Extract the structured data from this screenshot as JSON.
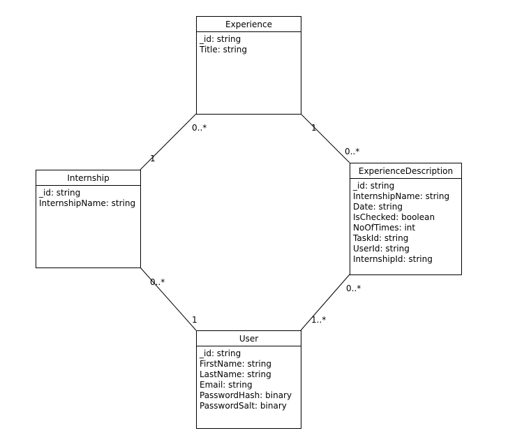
{
  "classes": {
    "experience": {
      "name": "Experience",
      "attributes": [
        "_id: string",
        "Title: string"
      ]
    },
    "internship": {
      "name": "Internship",
      "attributes": [
        "_id: string",
        "InternshipName: string"
      ]
    },
    "experience_description": {
      "name": "ExperienceDescription",
      "attributes": [
        "_id: string",
        "InternshipName: string",
        "Date: string",
        "IsChecked: boolean",
        "NoOfTimes: int",
        "TaskId: string",
        "UserId: string",
        "InternshipId: string"
      ]
    },
    "user": {
      "name": "User",
      "attributes": [
        "_id: string",
        "FirstName: string",
        "LastName: string",
        "Email: string",
        "PasswordHash: binary",
        "PasswordSalt: binary"
      ]
    }
  },
  "associations": {
    "experience_internship": {
      "experience_end": "0..*",
      "internship_end": "1"
    },
    "experience_description_exp": {
      "experience_end": "1",
      "description_end": "0..*"
    },
    "internship_user": {
      "internship_end": "0..*",
      "user_end": "1"
    },
    "description_user": {
      "description_end": "0..*",
      "user_end": "1..*"
    }
  }
}
